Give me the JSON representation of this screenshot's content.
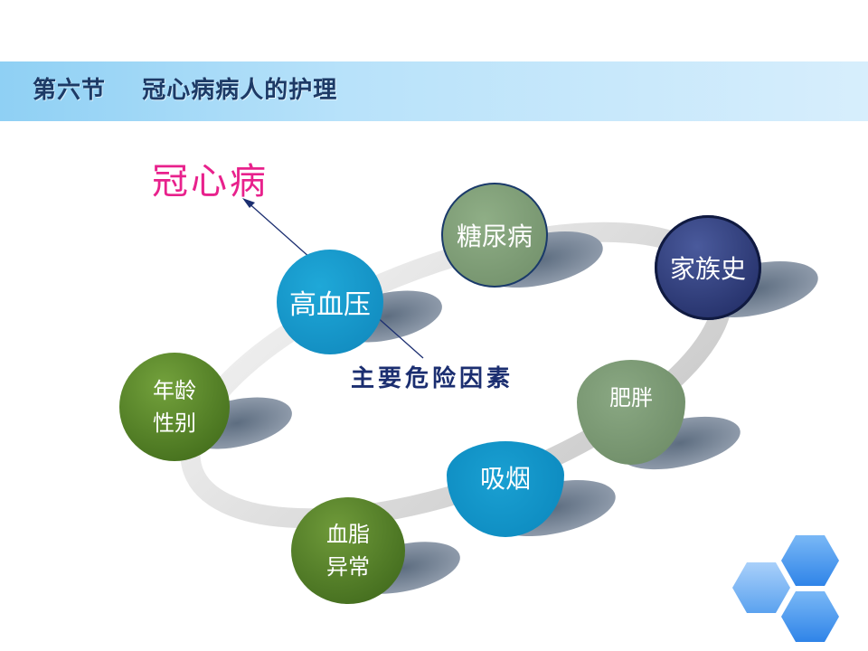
{
  "header": {
    "title": "第六节    冠心病病人的护理"
  },
  "main": {
    "heading": "冠心病",
    "center_label": "主要危险因素",
    "factors": [
      {
        "label": "糖尿病"
      },
      {
        "label": "家族史"
      },
      {
        "label": "高血压"
      },
      {
        "label": "年龄\n性别"
      },
      {
        "label": "肥胖"
      },
      {
        "label": "吸烟"
      },
      {
        "label": "血脂\n异常"
      }
    ]
  },
  "colors": {
    "title_band": "#a9dcf8",
    "title_text": "#1d3a66",
    "heading": "#e8218c",
    "center_label": "#1b2e70",
    "node_blue": "#1595c9",
    "node_sage": "#7c9a74",
    "node_navy": "#24326e",
    "node_green": "#4e7a22",
    "hexagon": "#4c9bf0"
  }
}
